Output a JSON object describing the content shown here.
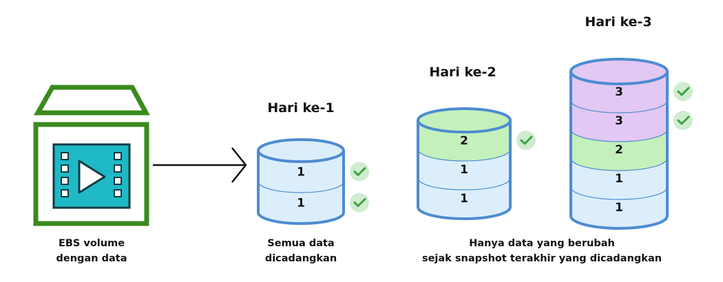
{
  "source": {
    "caption_line1": "EBS volume",
    "caption_line2": "dengan data"
  },
  "snapshots": [
    {
      "title": "Hari ke-1",
      "caption_line1": "Semua data",
      "caption_line2": "dicadangkan",
      "segments": [
        {
          "label": "1",
          "backed_up": true
        },
        {
          "label": "1",
          "backed_up": true
        }
      ]
    },
    {
      "title": "Hari ke-2",
      "segments": [
        {
          "label": "2",
          "backed_up": true
        },
        {
          "label": "1",
          "backed_up": false
        },
        {
          "label": "1",
          "backed_up": false
        }
      ]
    },
    {
      "title": "Hari ke-3",
      "segments": [
        {
          "label": "3",
          "backed_up": true
        },
        {
          "label": "3",
          "backed_up": true
        },
        {
          "label": "2",
          "backed_up": false
        },
        {
          "label": "1",
          "backed_up": false
        },
        {
          "label": "1",
          "backed_up": false
        }
      ]
    }
  ],
  "shared_caption": {
    "line1": "Hanya data yang berubah",
    "line2": "sejak snapshot terakhir yang dicadangkan"
  },
  "colors": {
    "box_green": "#3a8a1e",
    "film_teal": "#1fb9c6",
    "cyl_border": "#4d8cd1",
    "label_1_fill": "#dceefb",
    "label_2_fill": "#c4f0bc",
    "label_3_fill": "#e2c8f2",
    "check_bg": "#cfeccf",
    "check_mark": "#3ea33e"
  }
}
